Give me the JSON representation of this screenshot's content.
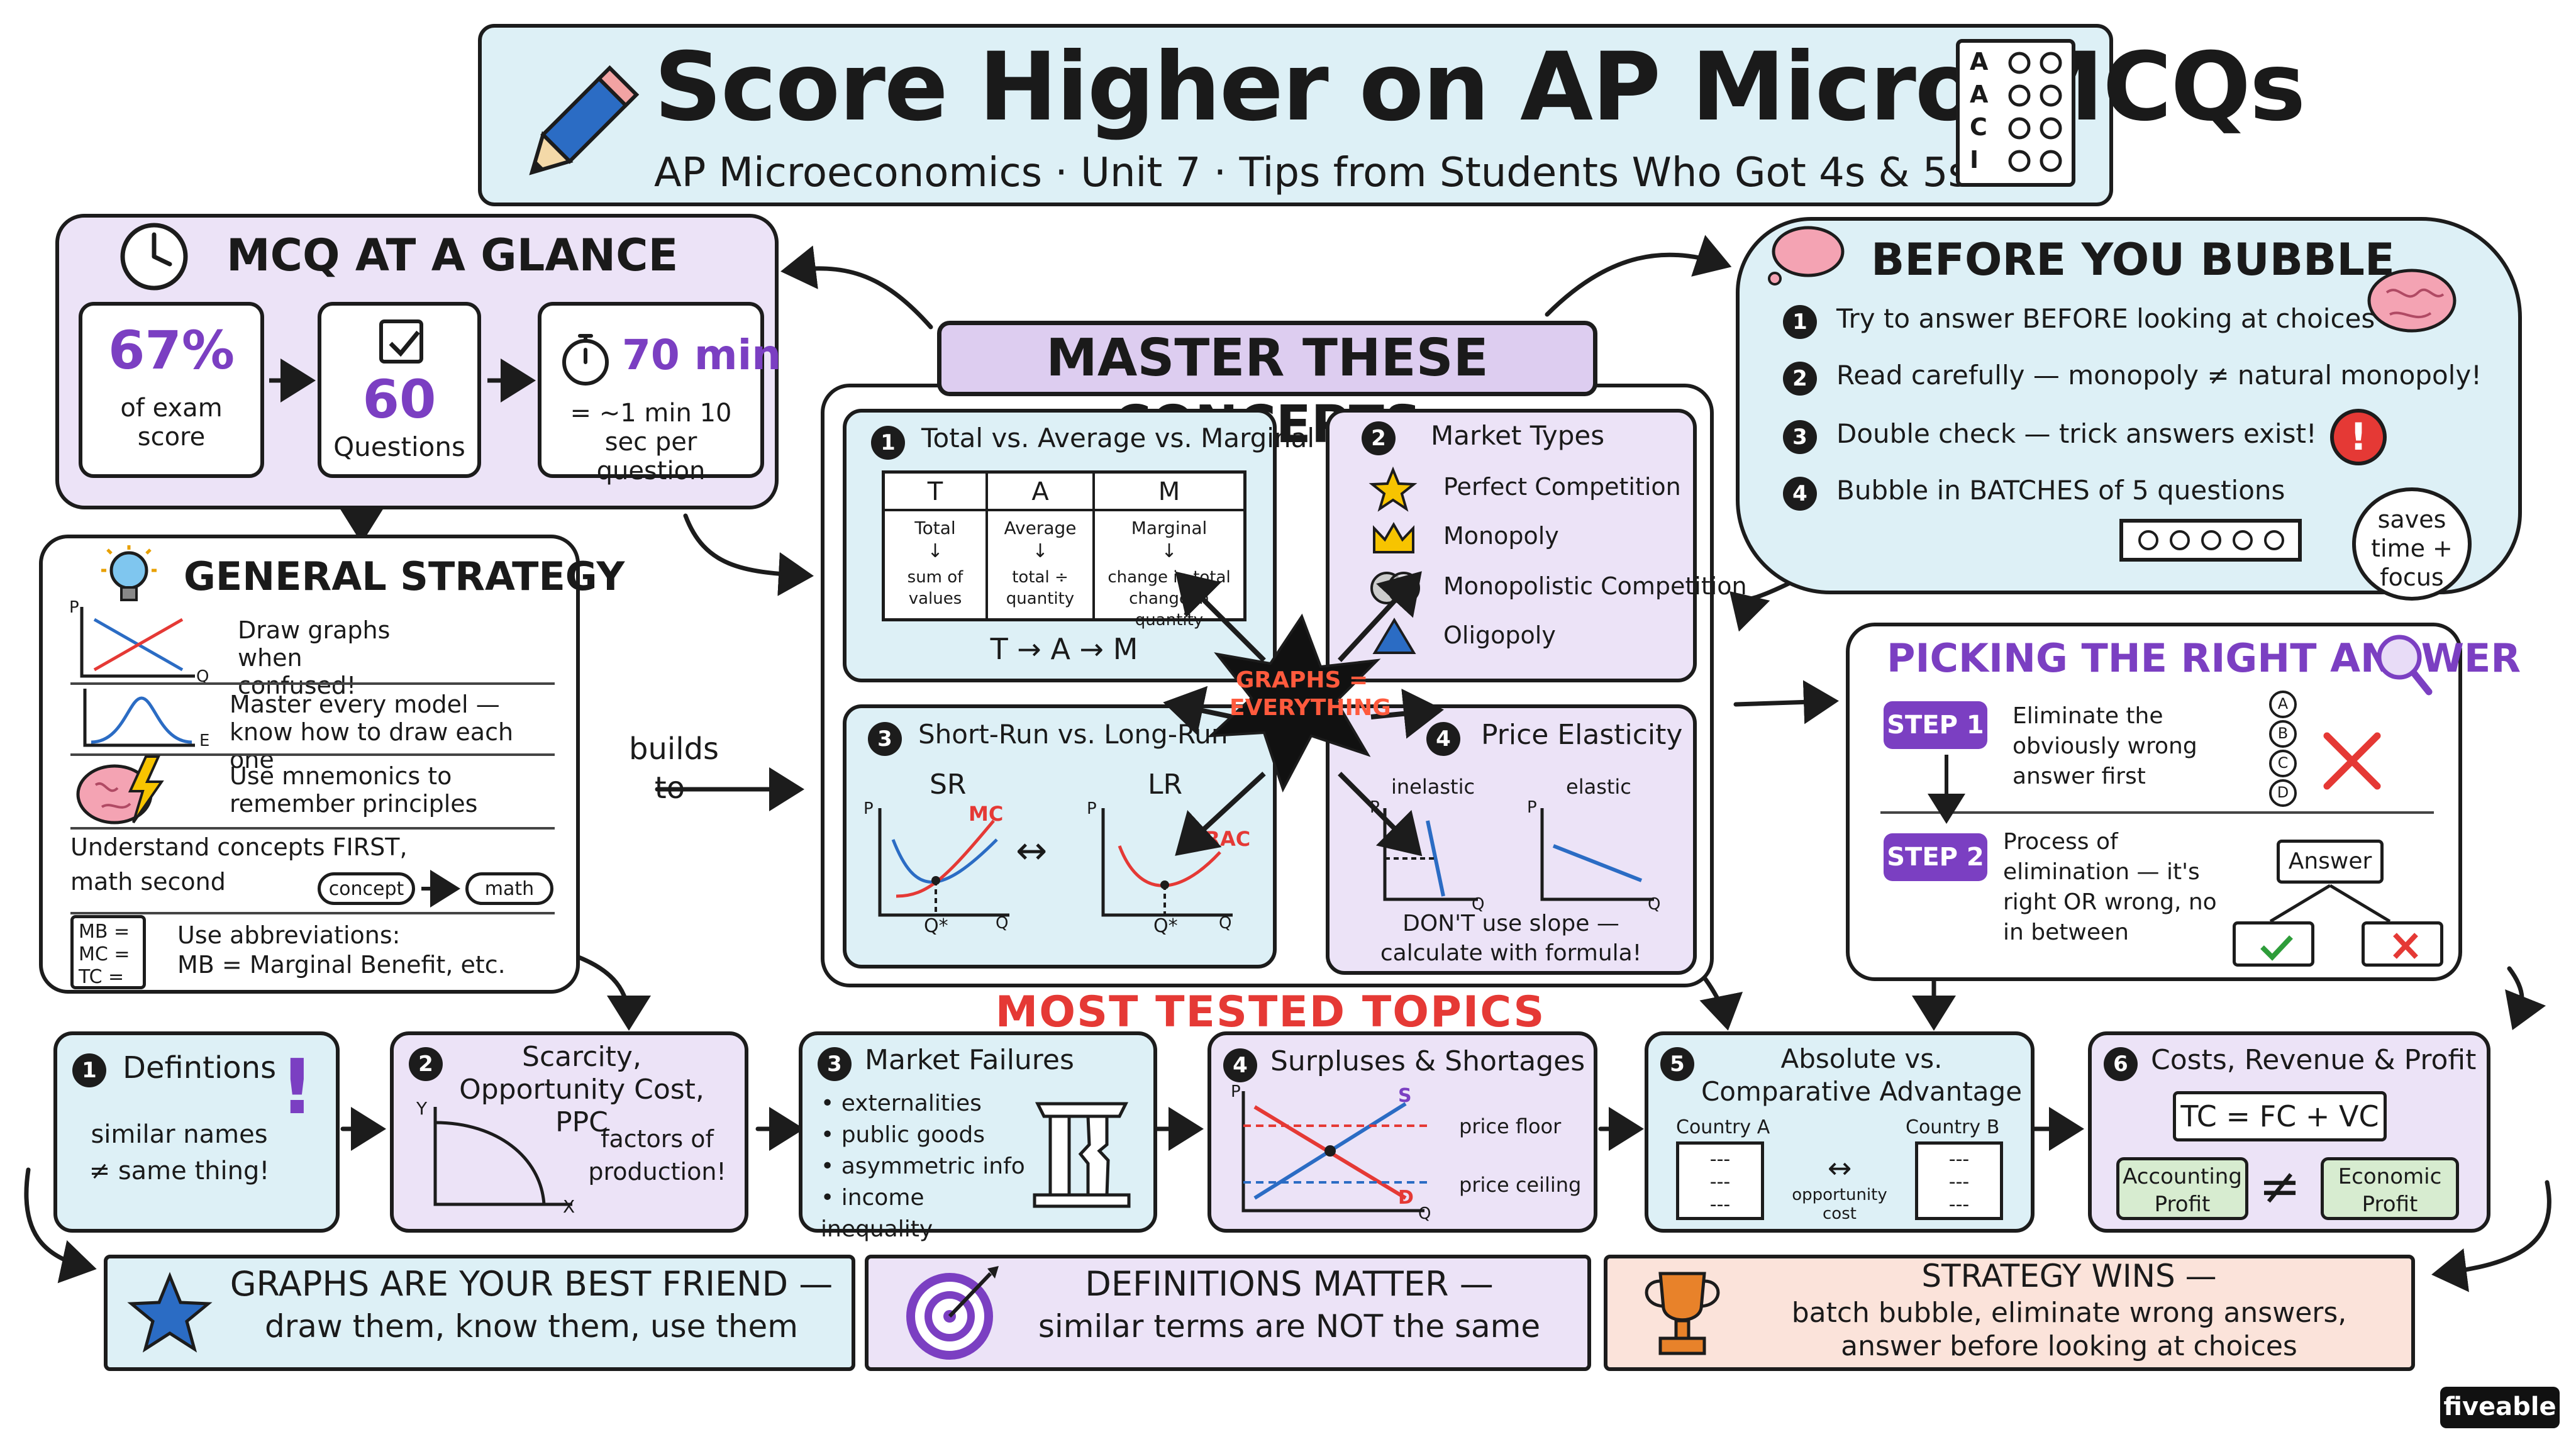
{
  "header": {
    "title": "Score Higher on AP Micro MCQs",
    "subtitle": "AP Microeconomics · Unit 7 · Tips from Students Who Got 4s & 5s",
    "answer_sheet_letters": [
      "A",
      "A",
      "C",
      "I"
    ]
  },
  "glance": {
    "title": "MCQ AT A GLANCE",
    "stats": [
      {
        "value": "67%",
        "label": "of exam score"
      },
      {
        "value": "60",
        "label": "Questions"
      },
      {
        "value": "70 min",
        "label": "= ~1 min 10 sec per question"
      }
    ]
  },
  "strategy": {
    "title": "GENERAL STRATEGY",
    "items": [
      "Draw graphs when confused!",
      "Master every model — know how to draw each one",
      "Use mnemonics to remember principles"
    ],
    "concepts_first": "Understand concepts FIRST,",
    "math_second": "math second",
    "concept_pill": "concept",
    "math_pill": "math",
    "abbr_box": [
      "MB =",
      "MC =",
      "TC ="
    ],
    "abbr_line1": "Use abbreviations:",
    "abbr_line2": "MB = Marginal Benefit, etc.",
    "axis_p": "P",
    "axis_q": "Q",
    "axis_e": "E"
  },
  "builds_to": "builds to",
  "concepts": {
    "title": "MASTER THESE CONCEPTS",
    "center": "GRAPHS = EVERYTHING",
    "c1": {
      "num": "1",
      "title": "Total vs. Average vs. Marginal",
      "headers": [
        "T",
        "A",
        "M"
      ],
      "labels": [
        "Total",
        "Average",
        "Marginal"
      ],
      "defs": [
        "sum of values",
        "total ÷ quantity",
        "change in total change in quantity"
      ],
      "flow": "T → A → M"
    },
    "c2": {
      "num": "2",
      "title": "Market Types",
      "items": [
        "Perfect Competition",
        "Monopoly",
        "Monopolistic Competition",
        "Oligopoly"
      ]
    },
    "c3": {
      "num": "3",
      "title": "Short-Run vs. Long-Run",
      "sr": "SR",
      "lr": "LR",
      "mc": "MC",
      "lrac": "LRAC",
      "p": "P",
      "q": "Q",
      "qstar": "Q*"
    },
    "c4": {
      "num": "4",
      "title": "Price Elasticity",
      "inelastic": "inelastic",
      "elastic": "elastic",
      "p": "P",
      "q": "Q",
      "note1": "DON'T use slope —",
      "note2": "calculate with formula!"
    }
  },
  "bubble": {
    "title": "BEFORE YOU BUBBLE",
    "items": [
      "Try to answer BEFORE looking at choices",
      "Read carefully — monopoly ≠ natural monopoly!",
      "Double check — trick answers exist!",
      "Bubble in BATCHES of 5 questions"
    ],
    "saves": "saves time + focus"
  },
  "picking": {
    "title": "PICKING THE RIGHT ANSWER",
    "step1": "STEP 1",
    "step1_text": "Eliminate the obviously wrong answer first",
    "step2": "STEP 2",
    "step2_text": "Process of elimination — it's right OR wrong, no in between",
    "choices": [
      "A",
      "B",
      "C",
      "D"
    ],
    "answer": "Answer"
  },
  "topics": {
    "title": "MOST TESTED TOPICS",
    "t1": {
      "num": "1",
      "title": "Defintions",
      "text": "similar names ≠ same thing!"
    },
    "t2": {
      "num": "2",
      "title": "Scarcity, Opportunity Cost, PPC",
      "text": "factors of production!",
      "y": "Y",
      "x": "X"
    },
    "t3": {
      "num": "3",
      "title": "Market Failures",
      "items": [
        "externalities",
        "public goods",
        "asymmetric info",
        "income inequality"
      ]
    },
    "t4": {
      "num": "4",
      "title": "Surpluses & Shortages",
      "floor": "price floor",
      "ceiling": "price ceiling",
      "s": "S",
      "d": "D",
      "p": "P",
      "q": "Q"
    },
    "t5": {
      "num": "5",
      "title": "Absolute vs. Comparative Advantage",
      "a": "Country A",
      "b": "Country B",
      "opp": "opportunity cost"
    },
    "t6": {
      "num": "6",
      "title": "Costs, Revenue & Profit",
      "formula": "TC = FC + VC",
      "acc": "Accounting Profit",
      "eco": "Economic Profit"
    }
  },
  "banners": [
    {
      "line1": "GRAPHS ARE YOUR BEST FRIEND —",
      "line2": "draw them, know them, use them"
    },
    {
      "line1": "DEFINITIONS MATTER —",
      "line2": "similar terms are NOT the same"
    },
    {
      "line1": "STRATEGY WINS —",
      "line2": "batch bubble, eliminate wrong answers,",
      "line3": "answer before looking at choices"
    }
  ],
  "brand": "fiveable",
  "colors": {
    "blue": "#ddf0f6",
    "purple": "#ece3f7",
    "peach": "#fbe3da",
    "red": "#e53935",
    "accent_purple": "#7b3fc2"
  }
}
